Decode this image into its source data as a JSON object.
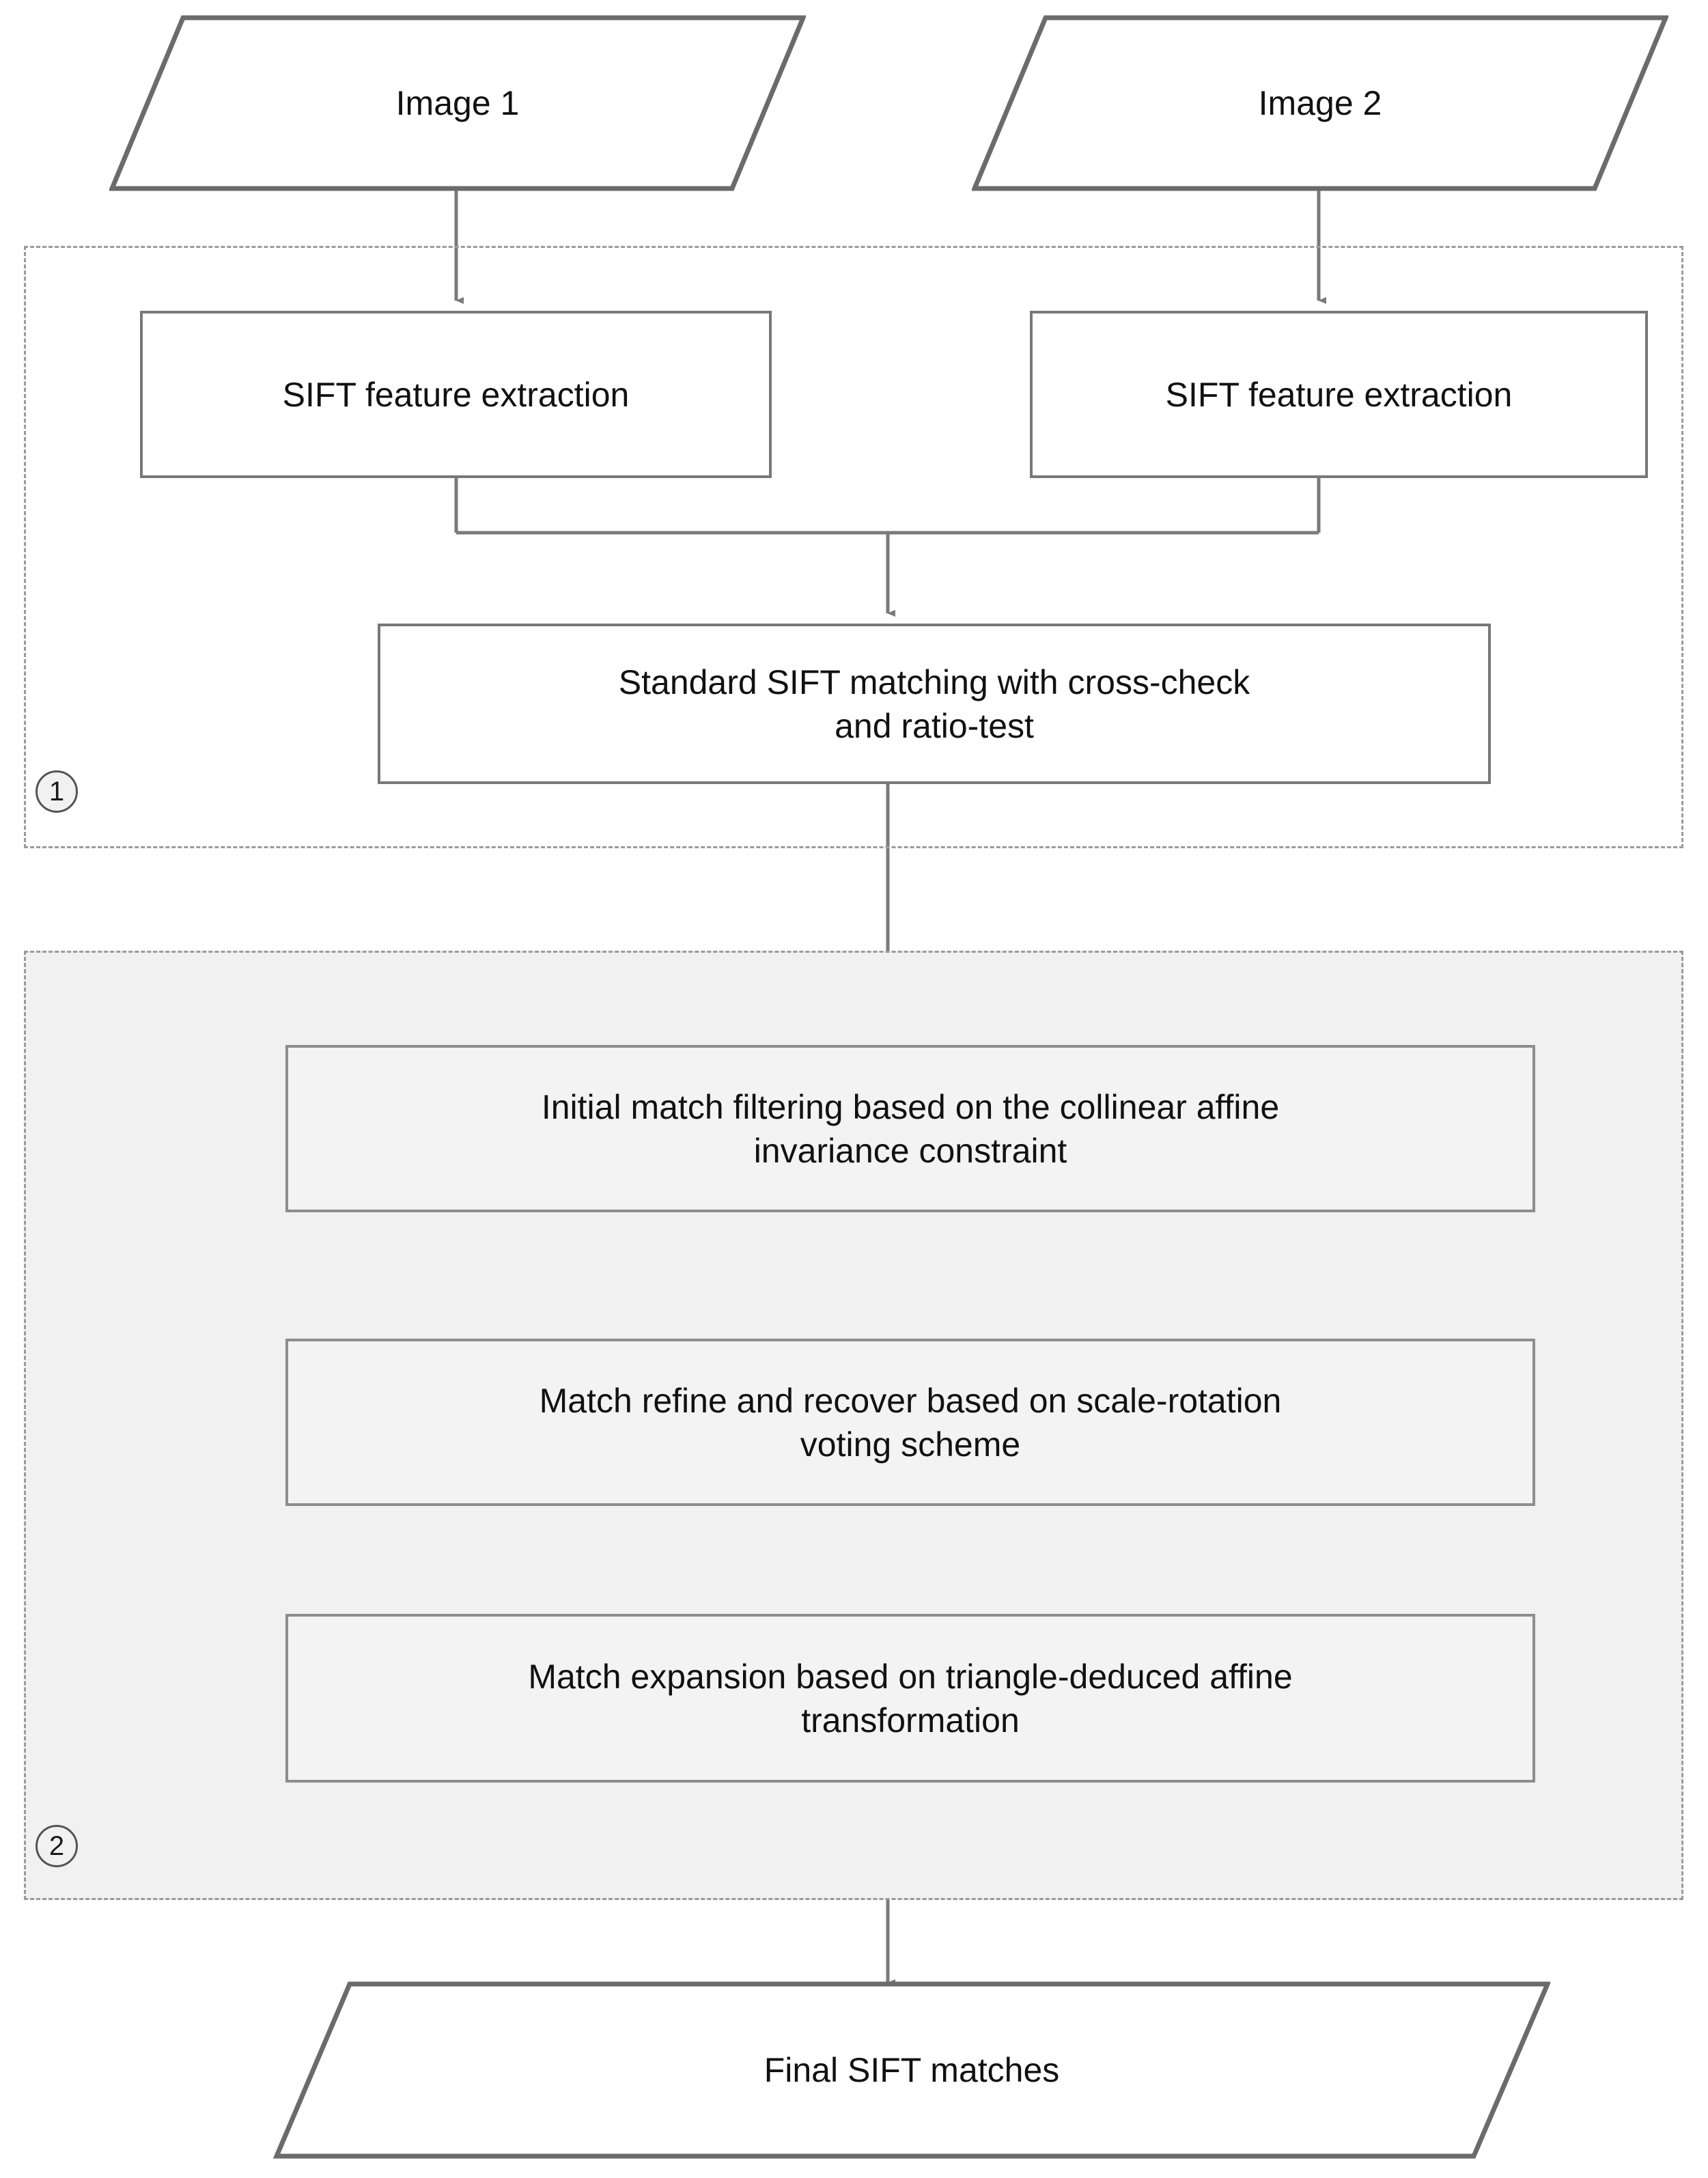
{
  "diagram": {
    "title": "SIFT matching pipeline flowchart",
    "colors": {
      "node_border": "#787878",
      "node_fill": "#ffffff",
      "shaded_region_fill": "#f1f1f1",
      "region_border": "#9b9b9b",
      "connector": "#6f6f6f",
      "text": "#111111"
    },
    "inputs": [
      {
        "id": "image1",
        "label": "Image 1",
        "shape": "parallelogram"
      },
      {
        "id": "image2",
        "label": "Image 2",
        "shape": "parallelogram"
      }
    ],
    "stage1": {
      "badge": "1",
      "nodes": [
        {
          "id": "sift-extract-left",
          "label": "SIFT feature extraction",
          "shape": "rectangle"
        },
        {
          "id": "sift-extract-right",
          "label": "SIFT feature extraction",
          "shape": "rectangle"
        },
        {
          "id": "standard-matching",
          "label_line1": "Standard SIFT matching with cross-check",
          "label_line2": "and ratio-test",
          "shape": "rectangle"
        }
      ]
    },
    "stage2": {
      "badge": "2",
      "nodes": [
        {
          "id": "initial-filtering",
          "label_line1": "Initial match filtering based on the collinear affine",
          "label_line2": "invariance constraint",
          "shape": "rectangle"
        },
        {
          "id": "match-refine",
          "label_line1": "Match refine and recover based on scale-rotation",
          "label_line2": "voting scheme",
          "shape": "rectangle"
        },
        {
          "id": "match-expansion",
          "label_line1": "Match expansion based on triangle-deduced affine",
          "label_line2": "transformation",
          "shape": "rectangle"
        }
      ]
    },
    "output": {
      "id": "final-matches",
      "label": "Final SIFT matches",
      "shape": "parallelogram"
    }
  }
}
